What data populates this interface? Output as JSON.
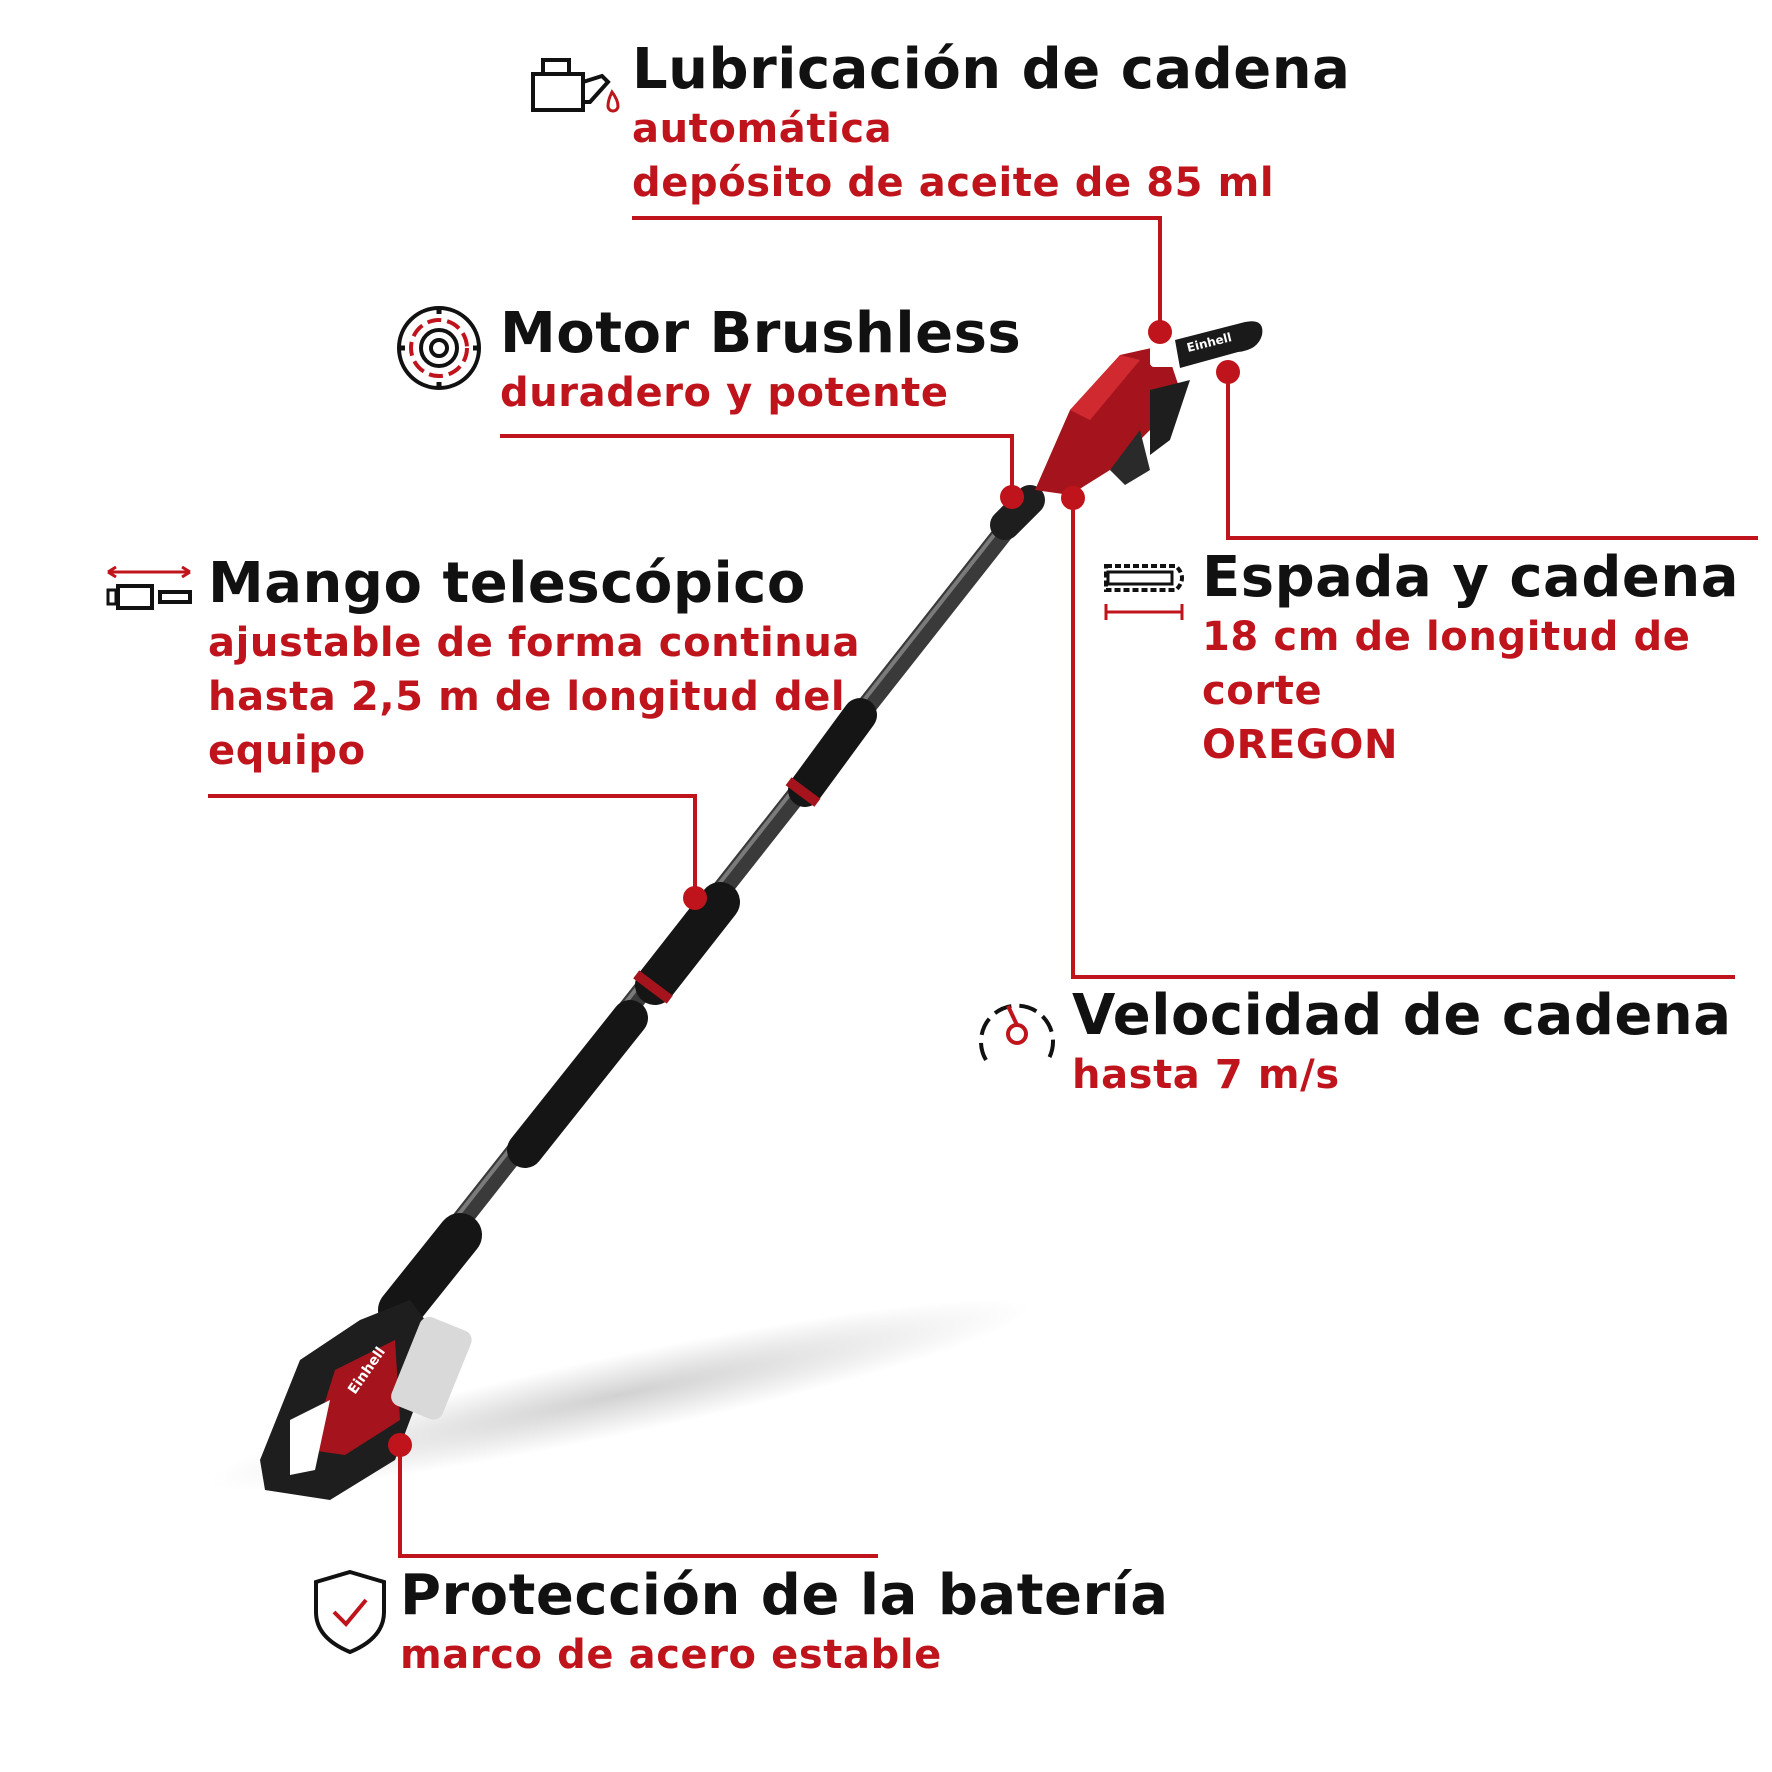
{
  "colors": {
    "accent": "#c0141c",
    "text": "#111111",
    "tool_red": "#a5141c",
    "tool_black": "#1e1e1e"
  },
  "features": {
    "lubrication": {
      "icon": "oil-can-icon",
      "title": "Lubricación de cadena",
      "lines": [
        "automática",
        "depósito de aceite de 85 ml"
      ]
    },
    "motor": {
      "icon": "brushless-motor-icon",
      "title": "Motor Brushless",
      "lines": [
        "duradero y potente"
      ]
    },
    "telescopic": {
      "icon": "telescopic-handle-icon",
      "title": "Mango telescópico",
      "lines": [
        "ajustable de forma continua",
        "hasta 2,5 m de longitud del",
        "equipo"
      ]
    },
    "bar_chain": {
      "icon": "chain-bar-icon",
      "title": "Espada y cadena",
      "lines": [
        "18 cm de longitud de",
        "corte",
        "OREGON"
      ]
    },
    "chain_speed": {
      "icon": "speedometer-icon",
      "title": "Velocidad de cadena",
      "lines": [
        "hasta 7 m/s"
      ]
    },
    "battery": {
      "icon": "shield-check-icon",
      "title": "Protección de la batería",
      "lines": [
        "marco de acero estable"
      ]
    }
  },
  "product": {
    "brand": "Einhell"
  }
}
